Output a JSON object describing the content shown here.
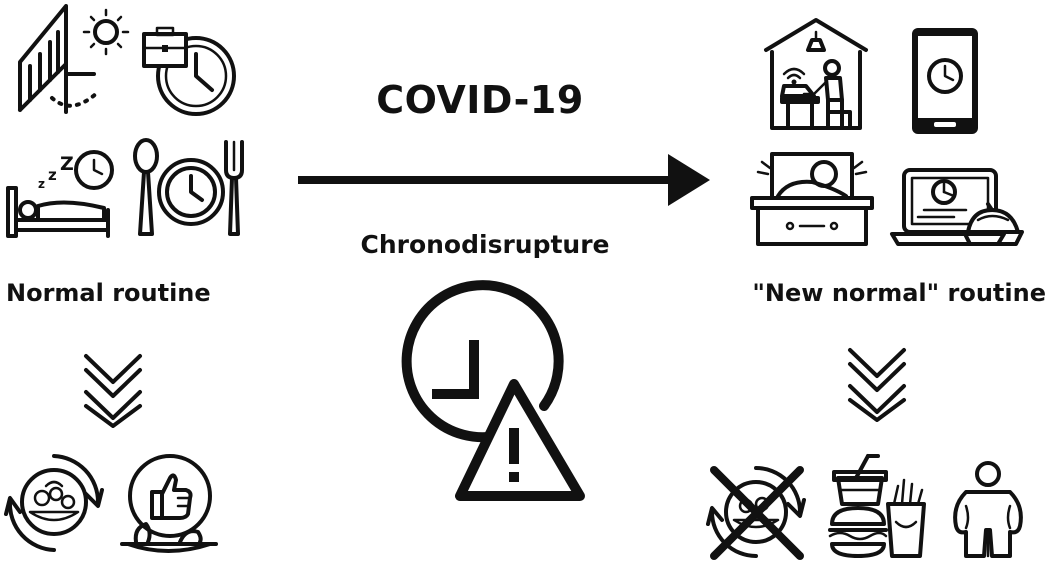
{
  "title": "COVID-19",
  "arrow_label": "Chronodisrupture",
  "left": {
    "label": "Normal routine",
    "top_icons": [
      "sunrise-icon",
      "briefcase-clock-icon",
      "sleep-clock-icon",
      "meal-time-icon"
    ],
    "bottom_icons": [
      "healthy-food-cycle-icon",
      "thumbs-up-food-icon"
    ]
  },
  "right": {
    "label": "\"New normal\" routine",
    "top_icons": [
      "home-office-icon",
      "smartphone-clock-icon",
      "bed-awake-icon",
      "laptop-food-icon"
    ],
    "bottom_icons": [
      "no-healthy-food-icon",
      "fast-food-icon",
      "obesity-icon"
    ]
  },
  "center_icon": "clock-warning-icon",
  "colors": {
    "ink": "#111111",
    "background": "#ffffff"
  }
}
